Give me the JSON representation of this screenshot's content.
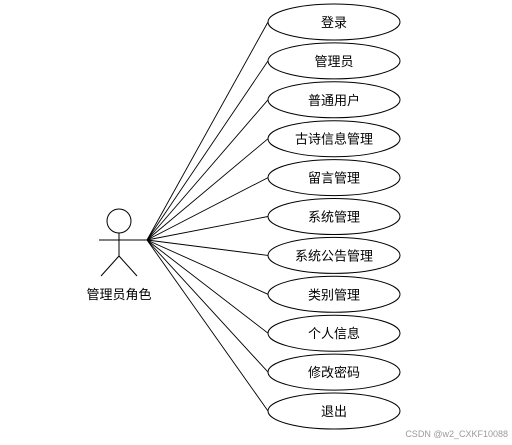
{
  "actor": {
    "label": "管理员角色"
  },
  "use_cases": [
    "登录",
    "管理员",
    "普通用户",
    "古诗信息管理",
    "留言管理",
    "系统管理",
    "系统公告管理",
    "类别管理",
    "个人信息",
    "修改密码",
    "退出"
  ],
  "watermark": "CSDN @w2_CXKF10088",
  "colors": {
    "line": "#000000",
    "fill": "#ffffff"
  }
}
